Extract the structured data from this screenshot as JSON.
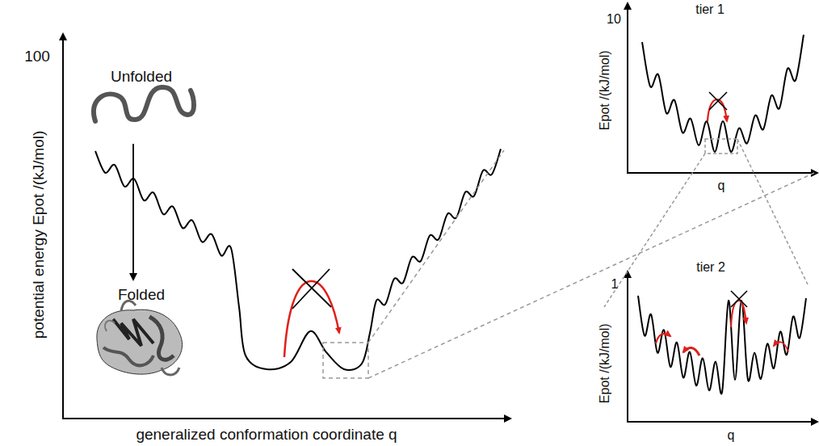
{
  "diagram": {
    "labels": [
      "100",
      "potential energy Epot /(kJ/mol)",
      "Unfolded",
      "Folded",
      "generalized conformation coordinate q",
      "tier 1",
      "10",
      "Epot /(kJ/mol)",
      "q",
      "tier 2",
      "1",
      "Epot /(kJ/mol)",
      "q"
    ]
  }
}
